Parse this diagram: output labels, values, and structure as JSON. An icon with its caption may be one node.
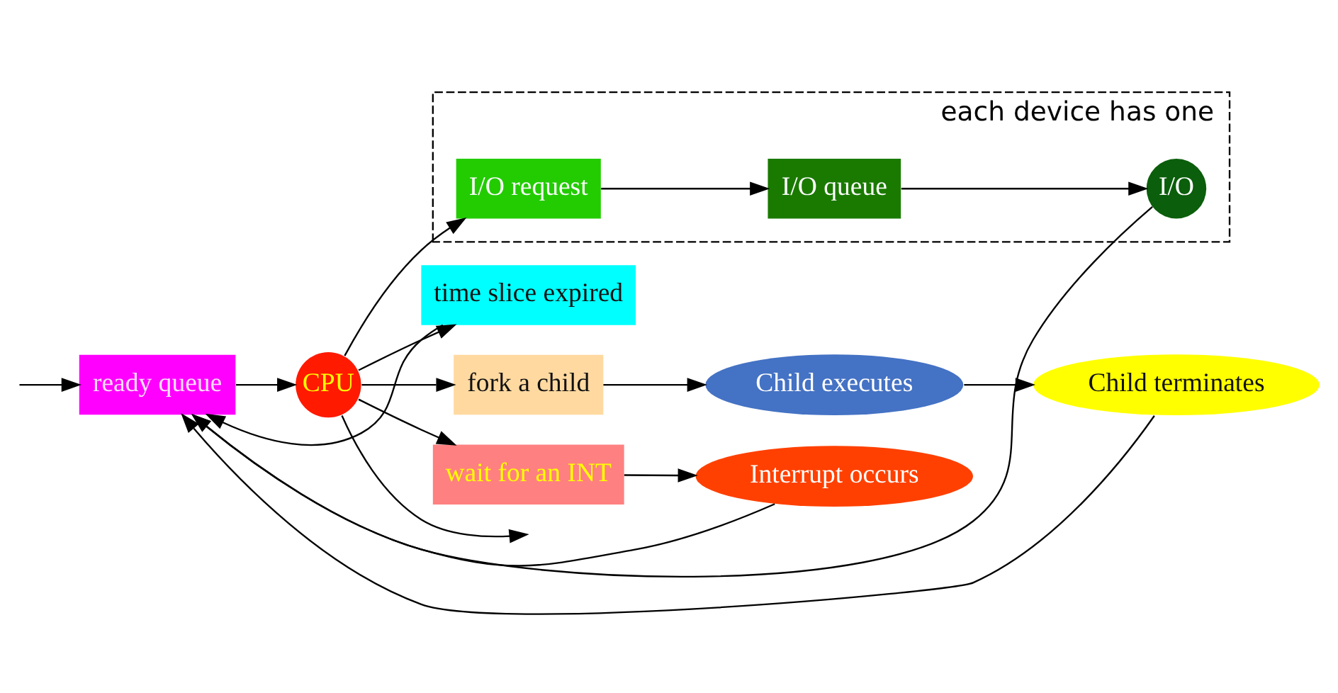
{
  "diagram": {
    "nodes": [
      {
        "text": [
          "ready queue"
        ]
      },
      {
        "text": [
          "CPU"
        ]
      },
      {
        "text": [
          "each device has one"
        ]
      },
      {
        "text": [
          "I/O request"
        ],
        "in": 2
      },
      {
        "text": [
          "I/O queue"
        ],
        "in": 2
      },
      {
        "text": [
          "I/O"
        ],
        "in": 2
      },
      {
        "text": [
          "time slice expired"
        ]
      },
      {
        "text": [
          "fork a child"
        ]
      },
      {
        "text": [
          "Child executes"
        ]
      },
      {
        "text": [
          "Child terminates"
        ]
      },
      {
        "text": [
          "wait for an INT"
        ]
      },
      {
        "text": [
          "Interrupt occurs"
        ]
      }
    ],
    "edges": [
      {
        "from": null,
        "to": 0,
        "arrow": "to"
      },
      {
        "from": 0,
        "to": 1,
        "arrow": "to"
      },
      {
        "from": 1,
        "to": null,
        "arrow": "to"
      },
      {
        "from": 1,
        "to": 3,
        "arrow": "to"
      },
      {
        "from": 3,
        "to": 4,
        "arrow": "to"
      },
      {
        "from": 4,
        "to": 5,
        "arrow": "to"
      },
      {
        "from": 5,
        "to": 0,
        "arrow": "to"
      },
      {
        "from": 1,
        "to": 6,
        "arrow": "to"
      },
      {
        "from": 6,
        "to": 0,
        "arrow": "to"
      },
      {
        "from": 1,
        "to": 7,
        "arrow": "to"
      },
      {
        "from": 7,
        "to": 8,
        "arrow": "to"
      },
      {
        "from": 8,
        "to": 9,
        "arrow": "to"
      },
      {
        "from": 9,
        "to": 0,
        "arrow": "to"
      },
      {
        "from": 1,
        "to": 10,
        "arrow": "to"
      },
      {
        "from": 10,
        "to": 11,
        "arrow": "to"
      },
      {
        "from": 11,
        "to": 0,
        "arrow": "to"
      }
    ]
  }
}
